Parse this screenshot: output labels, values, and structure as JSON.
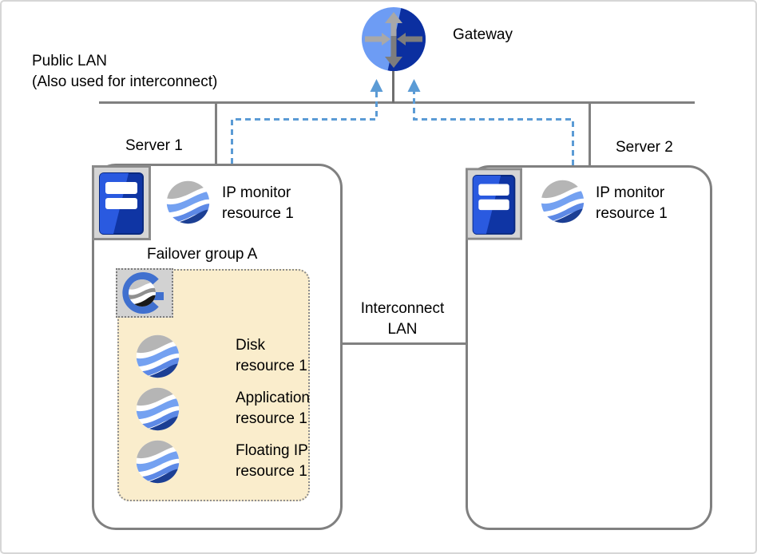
{
  "gateway": {
    "label": "Gateway",
    "icon": "router-icon"
  },
  "public_lan": {
    "label_line1": "Public LAN",
    "label_line2": "(Also used for interconnect)"
  },
  "servers": [
    {
      "name": "Server 1",
      "icon": "server-tower-icon",
      "ip_monitor": {
        "icon": "wave-sphere-icon",
        "line1": "IP monitor",
        "line2": "resource 1"
      }
    },
    {
      "name": "Server 2",
      "icon": "server-tower-icon",
      "ip_monitor": {
        "icon": "wave-sphere-icon",
        "line1": "IP monitor",
        "line2": "resource 1"
      }
    }
  ],
  "interconnect_lan": {
    "line1": "Interconnect",
    "line2": "LAN"
  },
  "failover_group": {
    "label": "Failover group A",
    "icon": "failover-group-g-icon",
    "resources": [
      {
        "icon": "wave-sphere-icon",
        "line1": "Disk",
        "line2": "resource 1"
      },
      {
        "icon": "wave-sphere-icon",
        "line1": "Application",
        "line2": "resource 1"
      },
      {
        "icon": "wave-sphere-icon",
        "line1": "Floating IP",
        "line2": "resource 1"
      }
    ]
  },
  "colors": {
    "line_gray": "#808080",
    "dashed_arrow_blue": "#5b9bd5",
    "group_fill_cream": "#faedcc",
    "gateway_light_blue": "#6d9cf4",
    "gateway_navy": "#0b2fa0",
    "group_g_blue": "#4070cf",
    "sphere_light_blue": "#74a1f1",
    "sphere_mid_blue": "#5d89e6",
    "sphere_navy": "#1c3f94",
    "frame_border": "#d6d6d6"
  }
}
